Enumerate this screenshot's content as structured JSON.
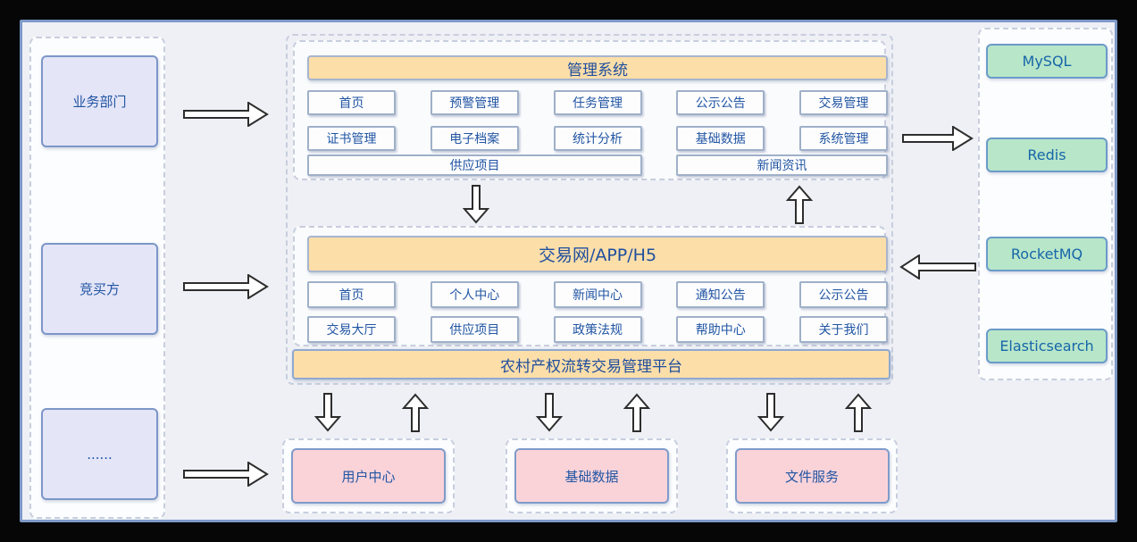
{
  "diagram": {
    "actors": {
      "items": [
        "业务部门",
        "竞买方",
        "......"
      ]
    },
    "management_system": {
      "title": "管理系统",
      "modules": [
        "首页",
        "预警管理",
        "任务管理",
        "公示公告",
        "交易管理",
        "证书管理",
        "电子档案",
        "统计分析",
        "基础数据",
        "系统管理"
      ],
      "wide_modules": [
        "供应项目",
        "新闻资讯"
      ]
    },
    "trade_portal": {
      "title": "交易网/APP/H5",
      "modules": [
        "首页",
        "个人中心",
        "新闻中心",
        "通知公告",
        "公示公告",
        "交易大厅",
        "供应项目",
        "政策法规",
        "帮助中心",
        "关于我们"
      ]
    },
    "platform": {
      "title": "农村产权流转交易管理平台"
    },
    "services": [
      "用户中心",
      "基础数据",
      "文件服务"
    ],
    "infrastructure": [
      "MySQL",
      "Redis",
      "RocketMQ",
      "Elasticsearch"
    ],
    "colors": {
      "frame_border": "#7E99C8",
      "canvas_bg": "#EEF0F5",
      "header_fill": "#FCDEA9",
      "actor_fill": "#E4E5F7",
      "service_fill": "#FAD3D9",
      "infra_fill": "#B8E6C9",
      "text_blue": "#2155A3"
    }
  }
}
